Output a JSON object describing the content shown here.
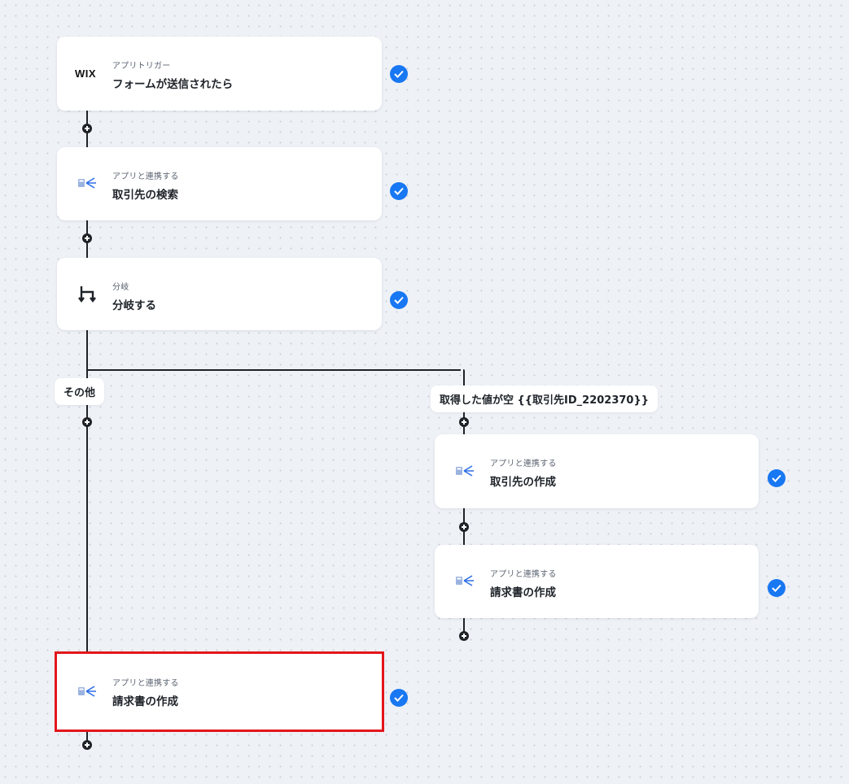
{
  "trigger": {
    "app_logo": "WIX",
    "sub": "アプリトリガー",
    "title": "フォームが送信されたら"
  },
  "step_search": {
    "sub": "アプリと連携する",
    "title": "取引先の検索",
    "icon": "accounting-app-icon"
  },
  "step_branch": {
    "sub": "分岐",
    "title": "分岐する",
    "icon": "branch-icon"
  },
  "branches": {
    "other_label": "その他",
    "condition_label": "取得した値が空 {{取引先ID_2202370}}"
  },
  "step_create_partner": {
    "sub": "アプリと連携する",
    "title": "取引先の作成"
  },
  "step_create_invoice_right": {
    "sub": "アプリと連携する",
    "title": "請求書の作成"
  },
  "step_create_invoice_left": {
    "sub": "アプリと連携する",
    "title": "請求書の作成",
    "selected": true
  },
  "colors": {
    "check": "#1877f2",
    "line": "#1f2328",
    "selection": "#e3161b",
    "canvas": "#eef1f6"
  }
}
